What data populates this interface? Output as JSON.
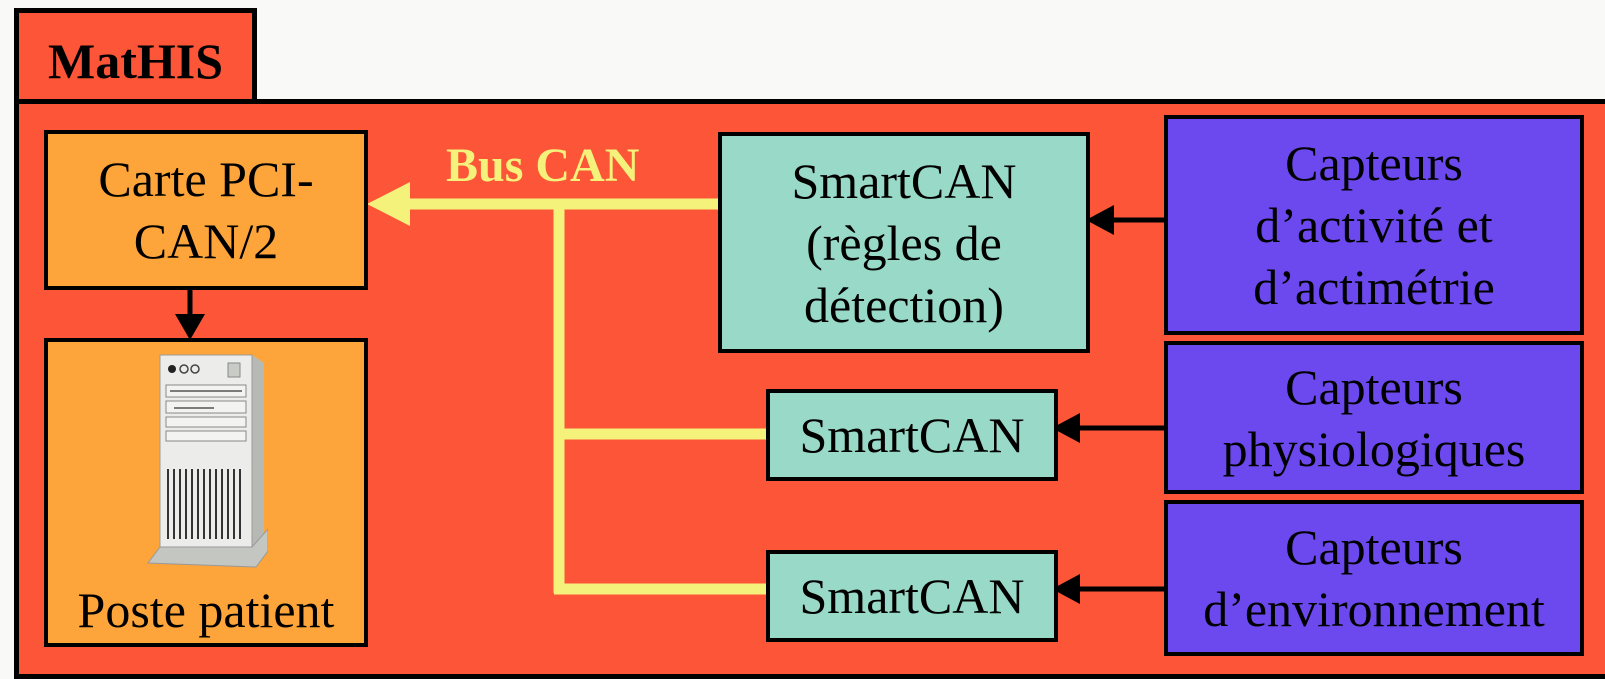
{
  "tab": {
    "title": "MatHIS"
  },
  "bus": {
    "label": "Bus CAN"
  },
  "pci_card": {
    "label": "Carte PCI-\nCAN/2"
  },
  "patient_station": {
    "label": "Poste patient",
    "icon": "desktop-tower-icon"
  },
  "smartcan_main": {
    "label": "SmartCAN\n(règles de\ndétection)"
  },
  "smartcan_2": {
    "label": "SmartCAN"
  },
  "smartcan_3": {
    "label": "SmartCAN"
  },
  "sensors": [
    {
      "label": "Capteurs\nd’activité et\nd’actimétrie"
    },
    {
      "label": "Capteurs\nphysiologiques"
    },
    {
      "label": "Capteurs\nd’environnement"
    }
  ],
  "colors": {
    "panel": "#fc5538",
    "orange_box": "#fda53a",
    "teal_box": "#98d9c7",
    "purple_box": "#6c49ee",
    "bus": "#f5f27b"
  }
}
